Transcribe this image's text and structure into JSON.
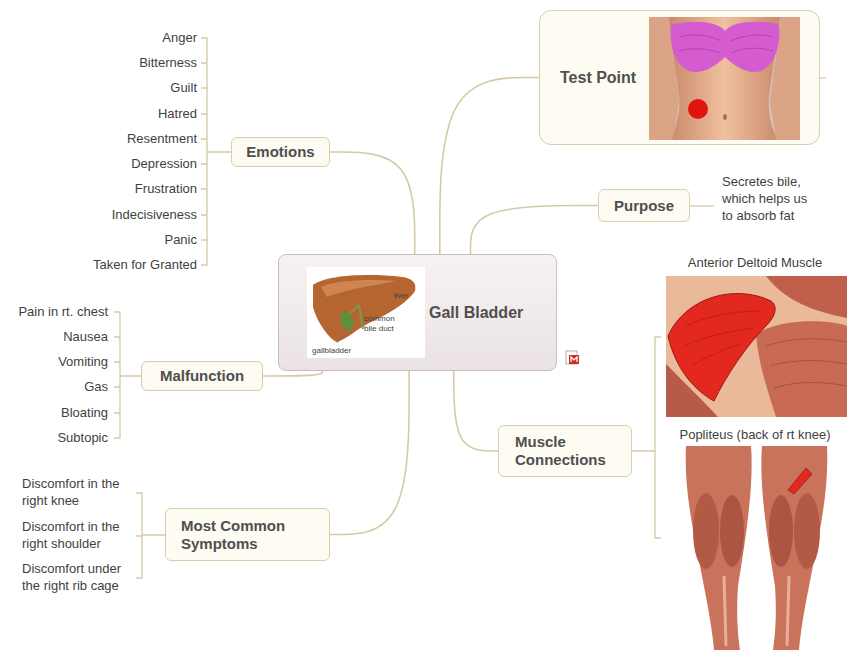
{
  "diagram": {
    "nodes": [
      {
        "text": [
          "Gall Bladder"
        ]
      },
      {
        "text": [
          "Emotions"
        ]
      },
      {
        "text": [
          "Test Point"
        ]
      },
      {
        "text": [
          "Purpose"
        ]
      },
      {
        "text": [
          "Malfunction"
        ]
      },
      {
        "text": [
          "Muscle Connections"
        ]
      },
      {
        "text": [
          "Most Common Symptoms"
        ]
      }
    ],
    "edges": [
      {
        "from": 0,
        "to": 1,
        "arrow": "none"
      },
      {
        "from": 0,
        "to": 2,
        "arrow": "none"
      },
      {
        "from": 0,
        "to": 3,
        "arrow": "none"
      },
      {
        "from": 0,
        "to": 4,
        "arrow": "none"
      },
      {
        "from": 0,
        "to": 5,
        "arrow": "none"
      },
      {
        "from": 0,
        "to": 6,
        "arrow": "none"
      }
    ],
    "labels": [
      "liver",
      "common bile duct",
      "gallbladder",
      "Anger",
      "Bitterness",
      "Guilt",
      "Hatred",
      "Resentment",
      "Depression",
      "Frustration",
      "Indecisiveness",
      "Panic",
      "Taken for Granted",
      "Secretes bile, which helps us to absorb fat",
      "Anterior Deltoid Muscle",
      "Popliteus (back of rt knee)",
      "Pain in rt. chest",
      "Nausea",
      "Vomiting",
      "Gas",
      "Bloating",
      "Subtopic",
      "Discomfort in the right knee",
      "Discomfort in the right shoulder",
      "Discomfort under the right rib cage"
    ]
  }
}
